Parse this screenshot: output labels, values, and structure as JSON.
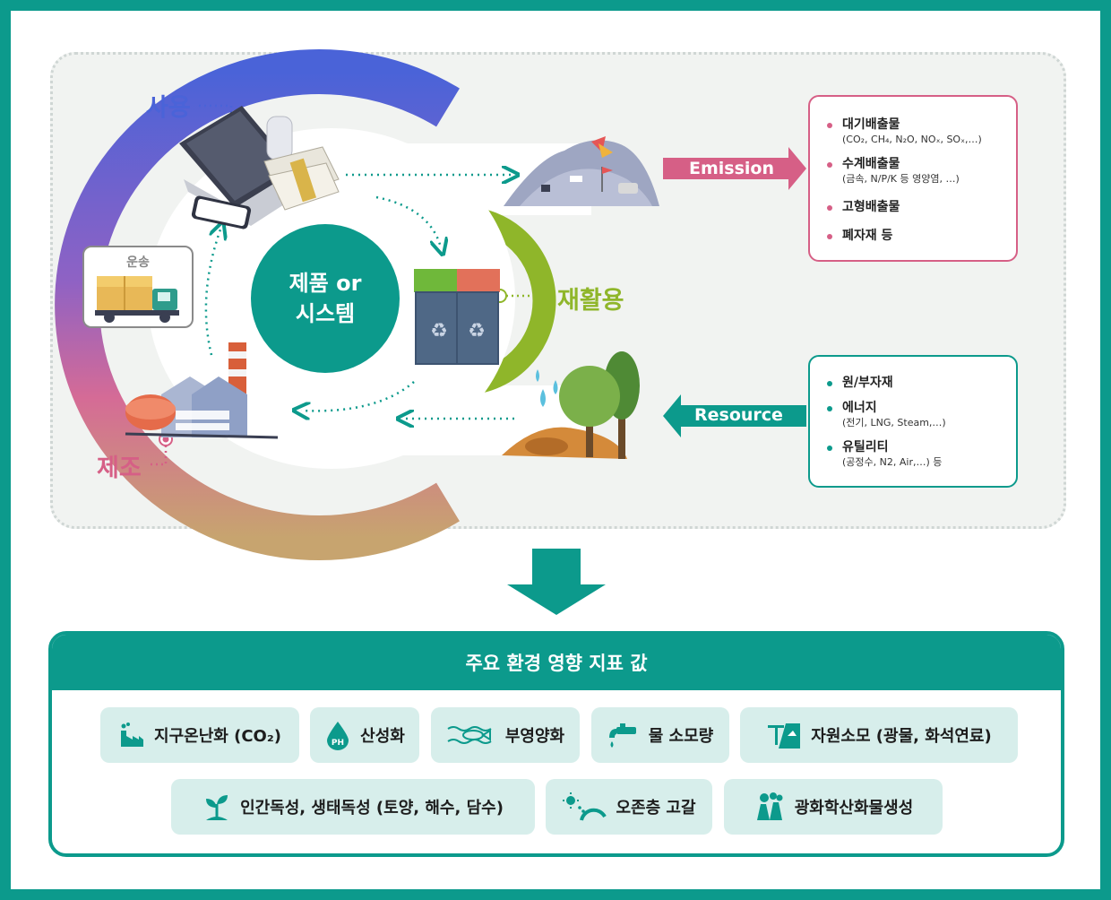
{
  "center": {
    "line1": "제품 or",
    "line2": "시스템"
  },
  "stages": {
    "use": "사용",
    "recycle": "재활용",
    "manufacture": "제조",
    "transport": "운송"
  },
  "arrows": {
    "emission": "Emission",
    "resource": "Resource"
  },
  "emission_items": [
    {
      "main": "대기배출물",
      "sub": "(CO₂, CH₄, N₂O, NOₓ, SOₓ,…)"
    },
    {
      "main": "수계배출물",
      "sub": "(금속, N/P/K 등 영양염, …)"
    },
    {
      "main": "고형배출물",
      "sub": ""
    },
    {
      "main": "폐자재 등",
      "sub": ""
    }
  ],
  "resource_items": [
    {
      "main": "원/부자재",
      "sub": ""
    },
    {
      "main": "에너지",
      "sub": "(전기, LNG, Steam,…)"
    },
    {
      "main": "유틸리티",
      "sub": "(공정수, N2, Air,…) 등"
    }
  ],
  "indicators": {
    "title": "주요 환경 영향 지표 값",
    "row1": [
      "지구온난화 (CO₂)",
      "산성화",
      "부영양화",
      "물 소모량",
      "자원소모 (광물, 화석연료)"
    ],
    "row2": [
      "인간독성, 생태독성 (토양, 해수, 담수)",
      "오존층 고갈",
      "광화학산화물생성"
    ],
    "ph_label": "PH"
  },
  "colors": {
    "teal": "#0c9a8c",
    "pink": "#d65f86",
    "blue": "#4a63d8",
    "green": "#8fb62a",
    "chip_bg": "#d7eeeb"
  },
  "icons": [
    "factory-icon",
    "droplet-icon",
    "fish-icon",
    "faucet-icon",
    "mine-icon",
    "sprout-icon",
    "ozone-icon",
    "smokestack-icon",
    "laptop-icon",
    "landfill-icon",
    "recycle-bin-icon",
    "trees-icon",
    "truck-icon",
    "factory-plant-icon"
  ]
}
